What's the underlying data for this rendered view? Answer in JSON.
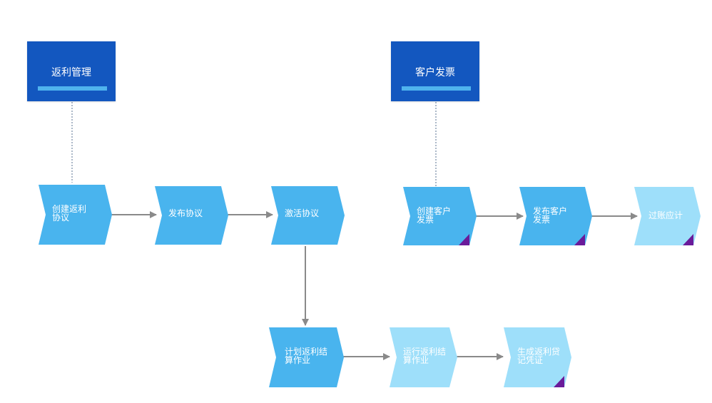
{
  "headers": {
    "rebate": "返利管理",
    "invoice": "客户发票"
  },
  "steps": {
    "create_rebate": "创建返利\n协议",
    "publish_agreement": "发布协议",
    "activate_agreement": "激活协议",
    "schedule_rebate_job": "计划返利结\n算作业",
    "run_rebate_job": "运行返利结\n算作业",
    "generate_rebate_credit": "生成返利贷\n记凭证",
    "create_customer_invoice": "创建客户\n发票",
    "publish_customer_invoice": "发布客户\n发票",
    "post_receivable": "过账应计"
  },
  "colors": {
    "header": "#1357bf",
    "header_bar": "#4fb3ee",
    "step_dark": "#49b4ee",
    "step_light": "#9edffa",
    "corner_marker": "#6a1b9a",
    "connector": "#8a8a8a"
  }
}
